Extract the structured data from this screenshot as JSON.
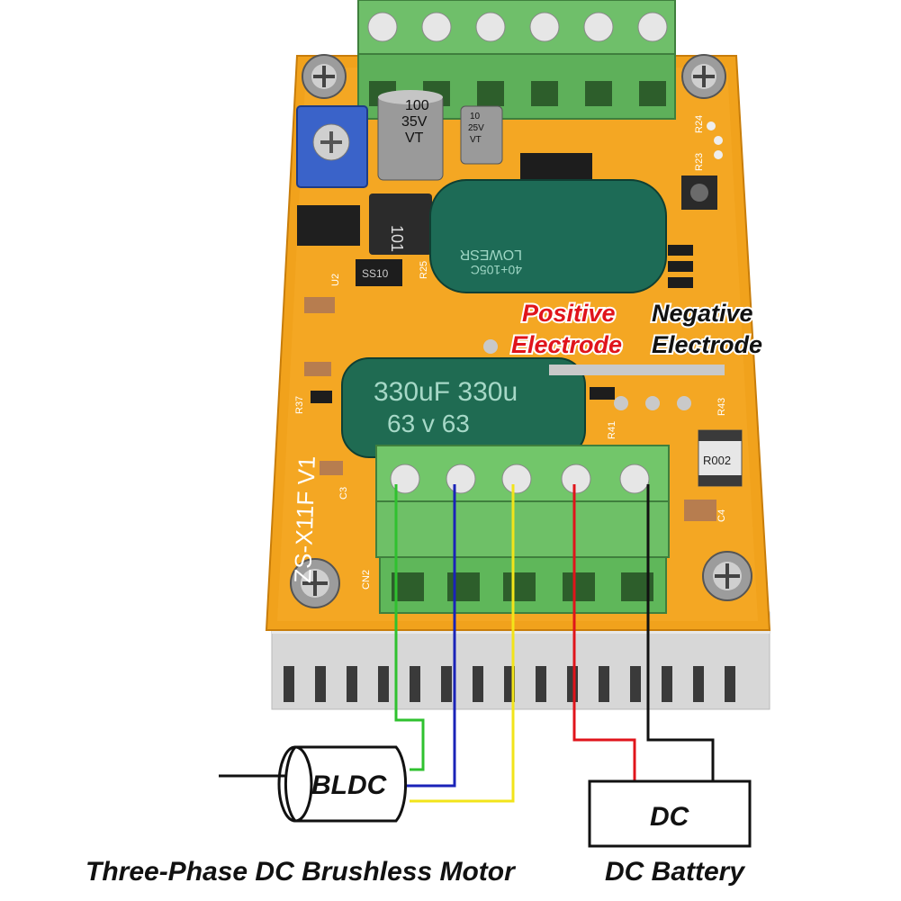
{
  "annotations": {
    "positive": {
      "line1": "Positive",
      "line2": "Electrode",
      "color": "#e0141b"
    },
    "negative": {
      "line1": "Negative",
      "line2": "Electrode",
      "color": "#111111"
    }
  },
  "board": {
    "silkscreen": "ZS-X11F V1",
    "big_cap": {
      "line1": "330uF 330u",
      "line2": "63  v  63"
    },
    "top_cap": {
      "line1": "LOWESR",
      "line2": "40+105C"
    },
    "small_cap_1": {
      "line1": "100",
      "line2": "35V",
      "line3": "VT"
    },
    "small_cap_2": {
      "line1": "10",
      "line2": "25V",
      "line3": "VT"
    },
    "inductor": "101",
    "diode": "SS10",
    "shunt": "R002",
    "labels": {
      "r37": "R37",
      "r41": "R41",
      "r43": "R43",
      "c3": "C3",
      "c4": "C4",
      "cn2": "CN2",
      "u2": "U2",
      "r25": "R25",
      "r23": "R23",
      "r24": "R24"
    }
  },
  "diagram": {
    "motor_label": "BLDC",
    "battery_label": "DC",
    "wire_colors": {
      "green": "#2fc12f",
      "blue": "#1a23b8",
      "yellow": "#f2e41a",
      "red": "#e0141b",
      "black": "#111111"
    }
  },
  "captions": {
    "motor": "Three-Phase DC Brushless Motor",
    "battery": "DC Battery"
  }
}
